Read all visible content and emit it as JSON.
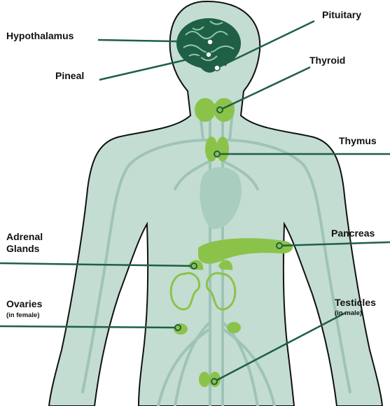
{
  "colors": {
    "body_fill": "#c3ddd2",
    "body_outline": "#111111",
    "vessels": "#9fc4b6",
    "gland": "#8bc34a",
    "gland_dark": "#6fa83a",
    "brain": "#1f5f45",
    "leader_line": "#1f5f45",
    "text": "#111111"
  },
  "labels": {
    "hypothalamus": "Hypothalamus",
    "pituitary": "Pituitary",
    "pineal": "Pineal",
    "thyroid": "Thyroid",
    "thymus": "Thymus",
    "adrenal_line1": "Adrenal",
    "adrenal_line2": "Glands",
    "pancreas": "Pancreas",
    "ovaries": "Ovaries",
    "ovaries_note": "(in female)",
    "testicles": "Testicles",
    "testicles_note": "(in male)"
  }
}
